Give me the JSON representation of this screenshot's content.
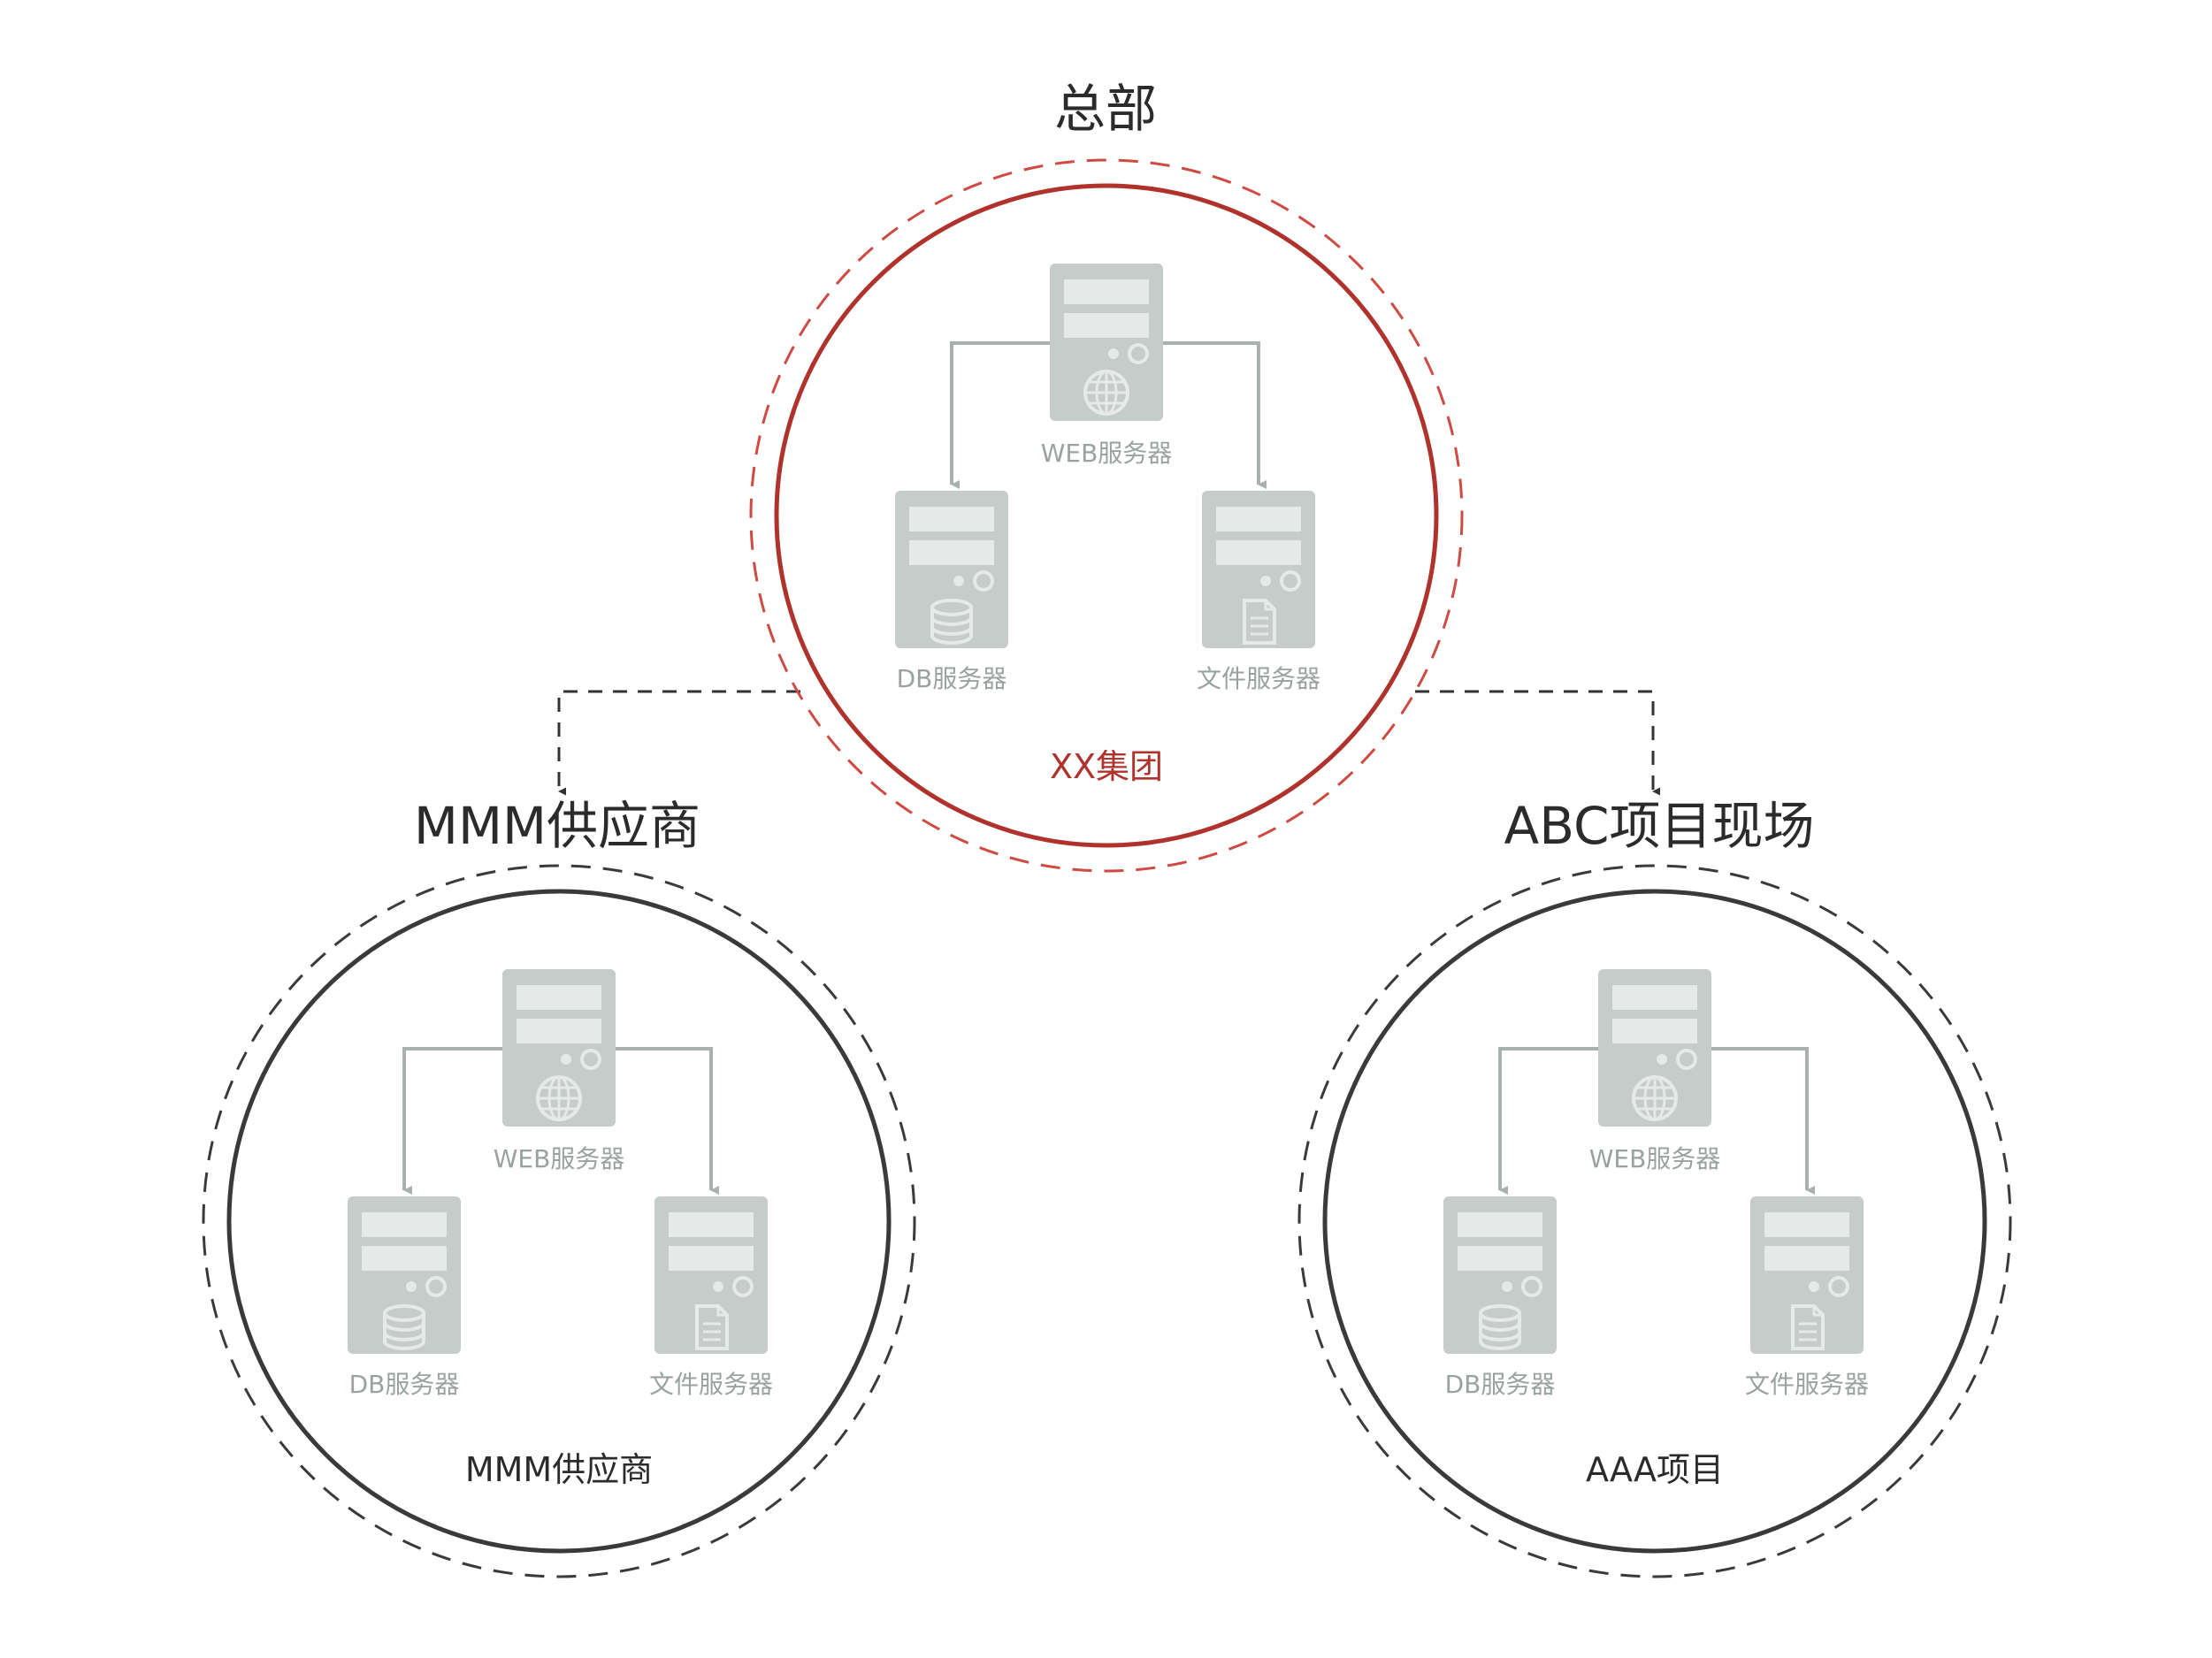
{
  "colors": {
    "hq_accent": "#b0322c",
    "hq_dashed": "#cf4a43",
    "branch_ring": "#3a3a3a",
    "branch_dashed": "#3a3a3a",
    "connector": "#333333",
    "server_body": "#c6ccca",
    "server_slot": "#e6e9e8",
    "server_arrow": "#a9b1ae",
    "label_gray": "#9aa2a0",
    "title_dark": "#2b2b2b"
  },
  "headquarters": {
    "title": "总部",
    "cluster_label": "XX集团",
    "servers": {
      "web": "WEB服务器",
      "db": "DB服务器",
      "file": "文件服务器"
    }
  },
  "supplier": {
    "title": "MMM供应商",
    "cluster_label": "MMM供应商",
    "servers": {
      "web": "WEB服务器",
      "db": "DB服务器",
      "file": "文件服务器"
    }
  },
  "project": {
    "title": "ABC项目现场",
    "cluster_label": "AAA项目",
    "servers": {
      "web": "WEB服务器",
      "db": "DB服务器",
      "file": "文件服务器"
    }
  },
  "icons": {
    "web": "globe-icon",
    "db": "database-icon",
    "file": "document-icon"
  }
}
